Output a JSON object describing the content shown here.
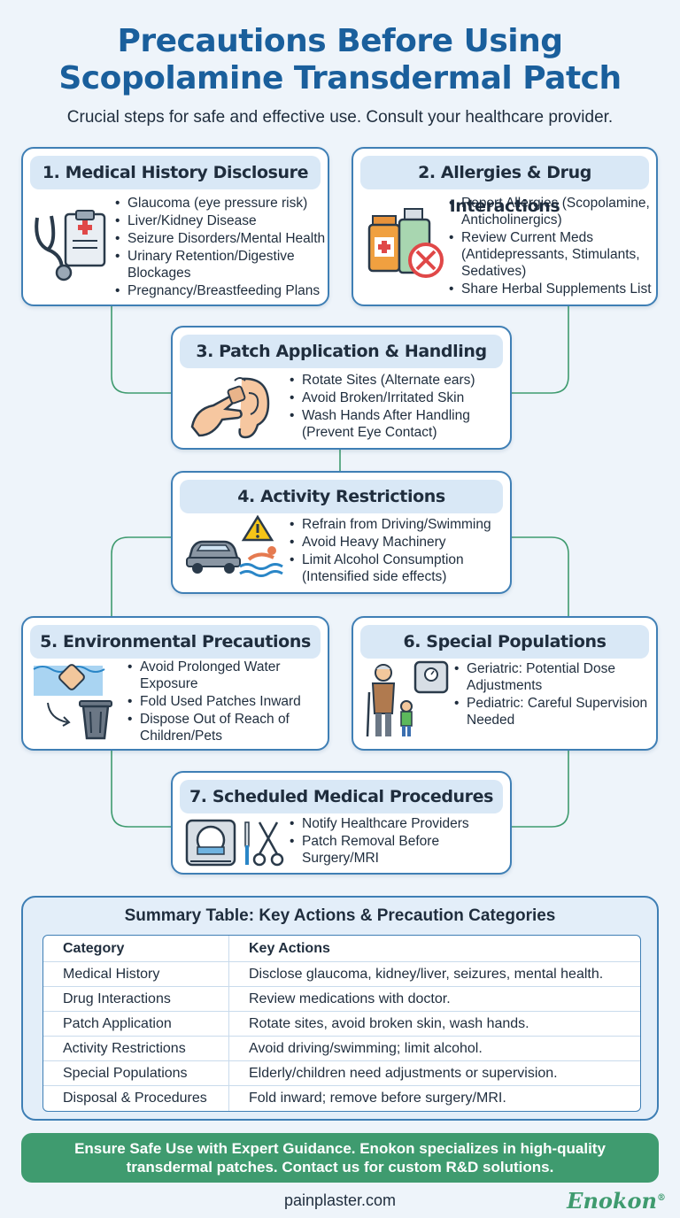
{
  "header": {
    "title_line1": "Precautions Before Using",
    "title_line2": "Scopolamine Transdermal Patch",
    "subtitle": "Crucial steps for safe and effective use. Consult your healthcare provider."
  },
  "sections": [
    {
      "title": "1. Medical History Disclosure",
      "icon": "stethoscope-clipboard-icon",
      "items": [
        "Glaucoma (eye pressure risk)",
        "Liver/Kidney Disease",
        "Seizure Disorders/Mental Health",
        "Urinary Retention/Digestive Blockages",
        "Pregnancy/Breastfeeding Plans"
      ]
    },
    {
      "title": "2. Allergies & Drug Interactions",
      "icon": "medicine-bottles-icon",
      "items": [
        "Report Allergies (Scopolamine, Anticholinergics)",
        "Review Current Meds (Antidepressants, Stimulants, Sedatives)",
        "Share Herbal Supplements List"
      ]
    },
    {
      "title": "3. Patch Application & Handling",
      "icon": "ear-patch-icon",
      "items": [
        "Rotate Sites (Alternate ears)",
        "Avoid Broken/Irritated Skin",
        "Wash Hands After Handling (Prevent Eye Contact)"
      ]
    },
    {
      "title": "4. Activity Restrictions",
      "icon": "car-swimmer-icon",
      "items": [
        "Refrain from Driving/Swimming",
        "Avoid Heavy Machinery",
        "Limit Alcohol Consumption (Intensified side effects)"
      ]
    },
    {
      "title": "5. Environmental Precautions",
      "icon": "water-trash-icon",
      "items": [
        "Avoid Prolonged Water Exposure",
        "Fold Used Patches Inward",
        "Dispose Out of Reach of Children/Pets"
      ]
    },
    {
      "title": "6. Special Populations",
      "icon": "elderly-child-scale-icon",
      "items": [
        "Geriatric: Potential Dose Adjustments",
        "Pediatric: Careful Supervision Needed"
      ]
    },
    {
      "title": "7. Scheduled Medical Procedures",
      "icon": "mri-scalpel-icon",
      "items": [
        "Notify Healthcare Providers",
        "Patch Removal Before Surgery/MRI"
      ]
    }
  ],
  "summary": {
    "title": "Summary Table: Key Actions & Precaution Categories",
    "headers": [
      "Category",
      "Key Actions"
    ],
    "rows": [
      [
        "Medical History",
        "Disclose glaucoma, kidney/liver, seizures, mental health."
      ],
      [
        "Drug Interactions",
        "Review medications with doctor."
      ],
      [
        "Patch Application",
        "Rotate sites, avoid broken skin, wash hands."
      ],
      [
        "Activity Restrictions",
        "Avoid driving/swimming; limit alcohol."
      ],
      [
        "Special Populations",
        "Elderly/children need adjustments or supervision."
      ],
      [
        "Disposal & Procedures",
        "Fold inward; remove before surgery/MRI."
      ]
    ]
  },
  "footer": {
    "banner_line1": "Ensure Safe Use with Expert Guidance. Enokon specializes in high-quality",
    "banner_line2": "transdermal patches. Contact us for custom R&D solutions.",
    "website": "painplaster.com",
    "brand": "Enokon",
    "brand_mark": "®"
  },
  "colors": {
    "title": "#1a5f9c",
    "card_border": "#3f7fb5",
    "card_header": "#d9e8f6",
    "connector": "#3f9b6f",
    "banner": "#3f9b6f"
  }
}
